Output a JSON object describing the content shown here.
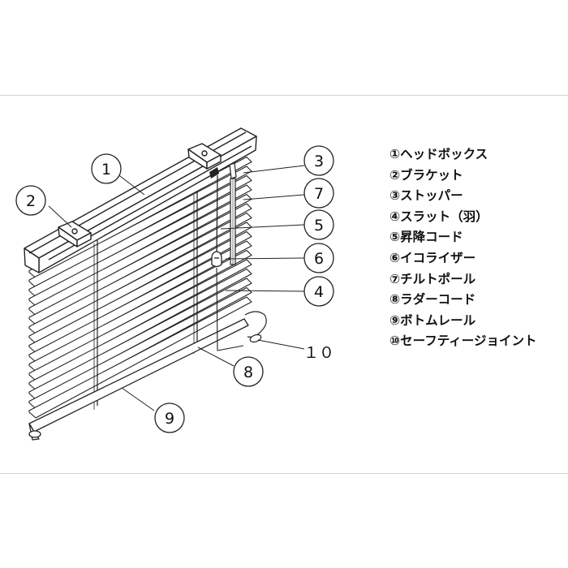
{
  "callouts": [
    {
      "id": "c1",
      "label": "1"
    },
    {
      "id": "c2",
      "label": "2"
    },
    {
      "id": "c3",
      "label": "3"
    },
    {
      "id": "c4",
      "label": "4"
    },
    {
      "id": "c5",
      "label": "5"
    },
    {
      "id": "c6",
      "label": "6"
    },
    {
      "id": "c7",
      "label": "7"
    },
    {
      "id": "c8",
      "label": "8"
    },
    {
      "id": "c9",
      "label": "9"
    },
    {
      "id": "c10",
      "label": "１０"
    }
  ],
  "legend": [
    "①ヘッドボックス",
    "②ブラケット",
    "③ストッパー",
    "④スラット（羽）",
    "⑤昇降コード",
    "⑥イコライザー",
    "⑦チルトポール",
    "⑧ラダーコード",
    "⑨ボトムレール",
    "⑩セーフティージョイント"
  ]
}
